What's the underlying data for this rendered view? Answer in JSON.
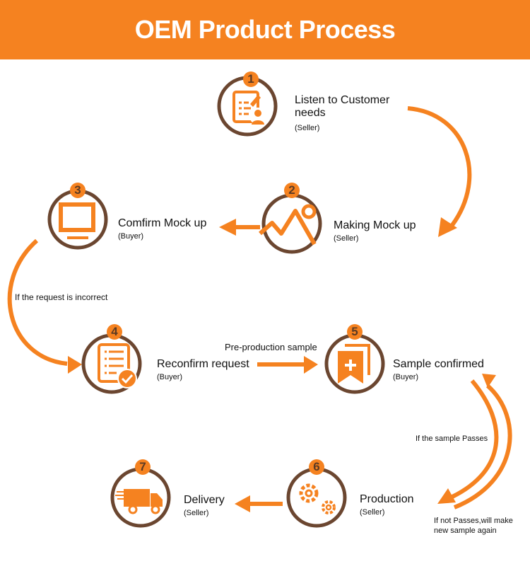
{
  "header": {
    "title": "OEM Product Process"
  },
  "colors": {
    "accent": "#f58220",
    "ring": "#6b4630",
    "text": "#111111"
  },
  "steps": [
    {
      "number": "1",
      "title": "Listen to Customer needs",
      "title_line1": "Listen to Customer",
      "title_line2": "needs",
      "role": "(Seller)",
      "icon": "form-user-icon"
    },
    {
      "number": "2",
      "title": "Making Mock up",
      "role": "(Seller)",
      "icon": "image-icon"
    },
    {
      "number": "3",
      "title": "Comfirm Mock up",
      "role": "(Buyer)",
      "icon": "monitor-icon"
    },
    {
      "number": "4",
      "title": "Reconfirm request",
      "role": "(Buyer)",
      "icon": "checklist-icon"
    },
    {
      "number": "5",
      "title": "Sample confirmed",
      "role": "(Buyer)",
      "icon": "bookmark-plus-icon"
    },
    {
      "number": "6",
      "title": "Production",
      "role": "(Seller)",
      "icon": "gears-icon"
    },
    {
      "number": "7",
      "title": "Delivery",
      "role": "(Seller)",
      "icon": "truck-icon"
    }
  ],
  "notes": {
    "incorrect": "If the request is incorrect",
    "preproduction": "Pre-production sample",
    "passes": "If the sample Passes",
    "not_passes_line1": "If not Passes,will make",
    "not_passes_line2": "new sample again"
  }
}
